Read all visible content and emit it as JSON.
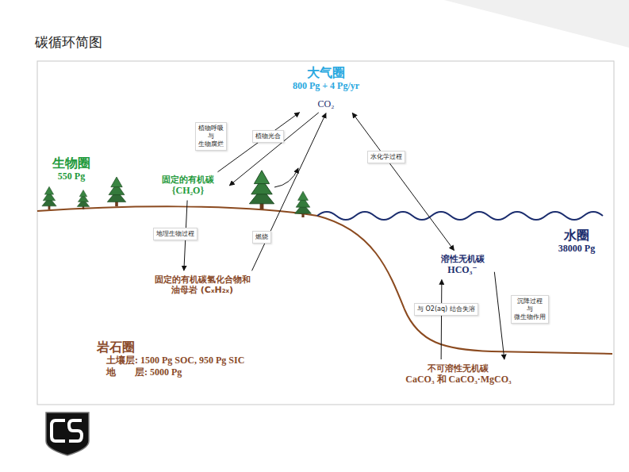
{
  "diagram": {
    "title": "碳循环简图",
    "nodes": [
      {
        "text": [
          "大气圈",
          "800 Pg + 4 Pg/yr",
          "CO₂"
        ]
      },
      {
        "text": [
          "生物圈",
          "550 Pg"
        ]
      },
      {
        "text": [
          "固定的有机碳",
          "{CH₂O}"
        ]
      },
      {
        "text": [
          "水圈",
          "38000 Pg"
        ]
      },
      {
        "text": [
          "溶性无机碳",
          "HCO₃⁻"
        ]
      },
      {
        "text": [
          "固定的有机碳氢化合物和 油母岩 (CₓH₂ₓ)"
        ]
      },
      {
        "text": [
          "岩石圈",
          "土壤层: 1500 Pg SOC, 950 Pg SIC",
          "地　　层: 5000 Pg"
        ]
      },
      {
        "text": [
          "不可溶性无机碳",
          "CaCO₃ 和 CaCO₃·MgCO₃"
        ]
      }
    ],
    "edges": [
      {
        "from": 2,
        "to": 0,
        "arrow": "to",
        "label": "植物呼吸 与 生物腐烂"
      },
      {
        "from": 0,
        "to": 2,
        "arrow": "to",
        "label": "植物光合"
      },
      {
        "from": 0,
        "to": 4,
        "arrow": "both",
        "label": "水化学过程"
      },
      {
        "from": 2,
        "to": 5,
        "arrow": "to",
        "label": "地理生物过程"
      },
      {
        "from": 5,
        "to": 0,
        "arrow": "to",
        "label": "燃烧"
      },
      {
        "from": 7,
        "to": 4,
        "arrow": "to",
        "label": "与 O2(aq) 结合失溶"
      },
      {
        "from": 4,
        "to": 7,
        "arrow": "to",
        "label": "沉降过程 与 微生物作用"
      }
    ]
  }
}
